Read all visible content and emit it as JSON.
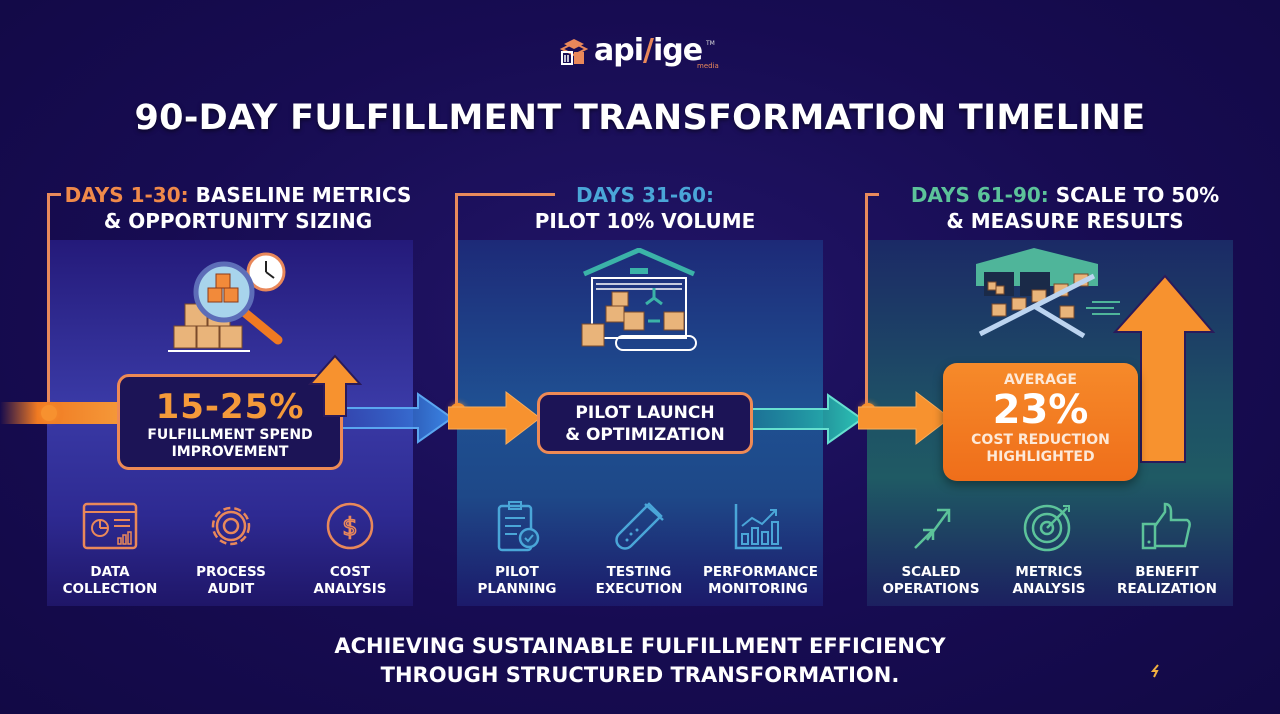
{
  "brand": {
    "logo_prefix": "api",
    "logo_slash": "/",
    "logo_suffix": "ige",
    "trademark": "TM",
    "sub": "media",
    "icon": "stacked-boxes-logo-icon"
  },
  "title": "90-DAY FULFILLMENT TRANSFORMATION TIMELINE",
  "colors": {
    "background": "#170c52",
    "accent_orange": "#f59a3a",
    "phase1_accent": "#f08a4a",
    "phase2_accent": "#4aa6d8",
    "phase3_accent": "#5cc39a"
  },
  "phases": [
    {
      "days": "DAYS 1-30:",
      "heading_line1": "BASELINE METRICS",
      "heading_line2": "& OPPORTUNITY SIZING",
      "illustration": "magnifier-boxes-clock-icon",
      "callout_value": "15-25%",
      "callout_line1": "FULFILLMENT SPEND",
      "callout_line2": "IMPROVEMENT",
      "items": [
        {
          "line1": "DATA",
          "line2": "COLLECTION",
          "icon": "dashboard-chart-icon"
        },
        {
          "line1": "PROCESS",
          "line2": "AUDIT",
          "icon": "gear-icon"
        },
        {
          "line1": "COST",
          "line2": "ANALYSIS",
          "icon": "dollar-circle-icon"
        }
      ]
    },
    {
      "days": "DAYS 31-60:",
      "heading_line1": "",
      "heading_line2": "PILOT 10% VOLUME",
      "illustration": "warehouse-conveyor-icon",
      "callout_line1": "PILOT LAUNCH",
      "callout_line2": "& OPTIMIZATION",
      "items": [
        {
          "line1": "PILOT",
          "line2": "PLANNING",
          "icon": "clipboard-check-icon"
        },
        {
          "line1": "TESTING",
          "line2": "EXECUTION",
          "icon": "test-tube-icon"
        },
        {
          "line1": "PERFORMANCE",
          "line2": "MONITORING",
          "icon": "growth-chart-icon"
        }
      ]
    },
    {
      "days": "DAYS 61-90:",
      "heading_line1": "SCALE TO 50%",
      "heading_line2": "& MEASURE RESULTS",
      "illustration": "warehouse-scaled-conveyor-icon",
      "callout_label": "AVERAGE",
      "callout_value": "23%",
      "callout_line1": "COST REDUCTION",
      "callout_line2": "HIGHLIGHTED",
      "items": [
        {
          "line1": "SCALED",
          "line2": "OPERATIONS",
          "icon": "scale-arrows-icon"
        },
        {
          "line1": "METRICS",
          "line2": "ANALYSIS",
          "icon": "target-icon"
        },
        {
          "line1": "BENEFIT",
          "line2": "REALIZATION",
          "icon": "thumbs-up-icon"
        }
      ]
    }
  ],
  "footer": {
    "line1": "ACHIEVING SUSTAINABLE FULFILLMENT EFFICIENCY",
    "line2": "THROUGH STRUCTURED TRANSFORMATION."
  }
}
